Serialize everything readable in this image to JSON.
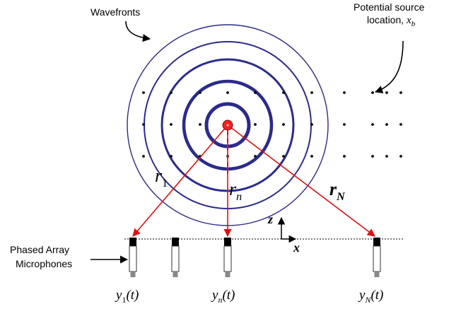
{
  "labels": {
    "wavefronts": "Wavefronts",
    "potential_source_line1": "Potential source",
    "potential_source_line2": "location, ",
    "potential_source_symbol": "x",
    "potential_source_sub": "b",
    "phased_array_line1": "Phased Array",
    "phased_array_line2": "Microphones"
  },
  "distances": {
    "r1": {
      "main": "r",
      "sub": "1"
    },
    "rn": {
      "main": "r",
      "sub": "n"
    },
    "rN": {
      "main": "r",
      "sub": "N"
    }
  },
  "axes": {
    "z": "z",
    "x": "x"
  },
  "signals": [
    {
      "main": "y",
      "sub": "1",
      "arg": "(t)"
    },
    {
      "main": "y",
      "sub": "n",
      "arg": "(t)"
    },
    {
      "main": "y",
      "sub": "N",
      "arg": "(t)"
    }
  ],
  "colors": {
    "wavefront": "#2b2b8c",
    "ray": "#e01010",
    "source": "#ff2020",
    "grid_dot": "#000000",
    "mic_body": "#ffffff",
    "mic_cap": "#000000",
    "mic_base": "#888888"
  },
  "icons": {
    "source": "sound-source-icon",
    "microphone": "microphone-icon"
  }
}
